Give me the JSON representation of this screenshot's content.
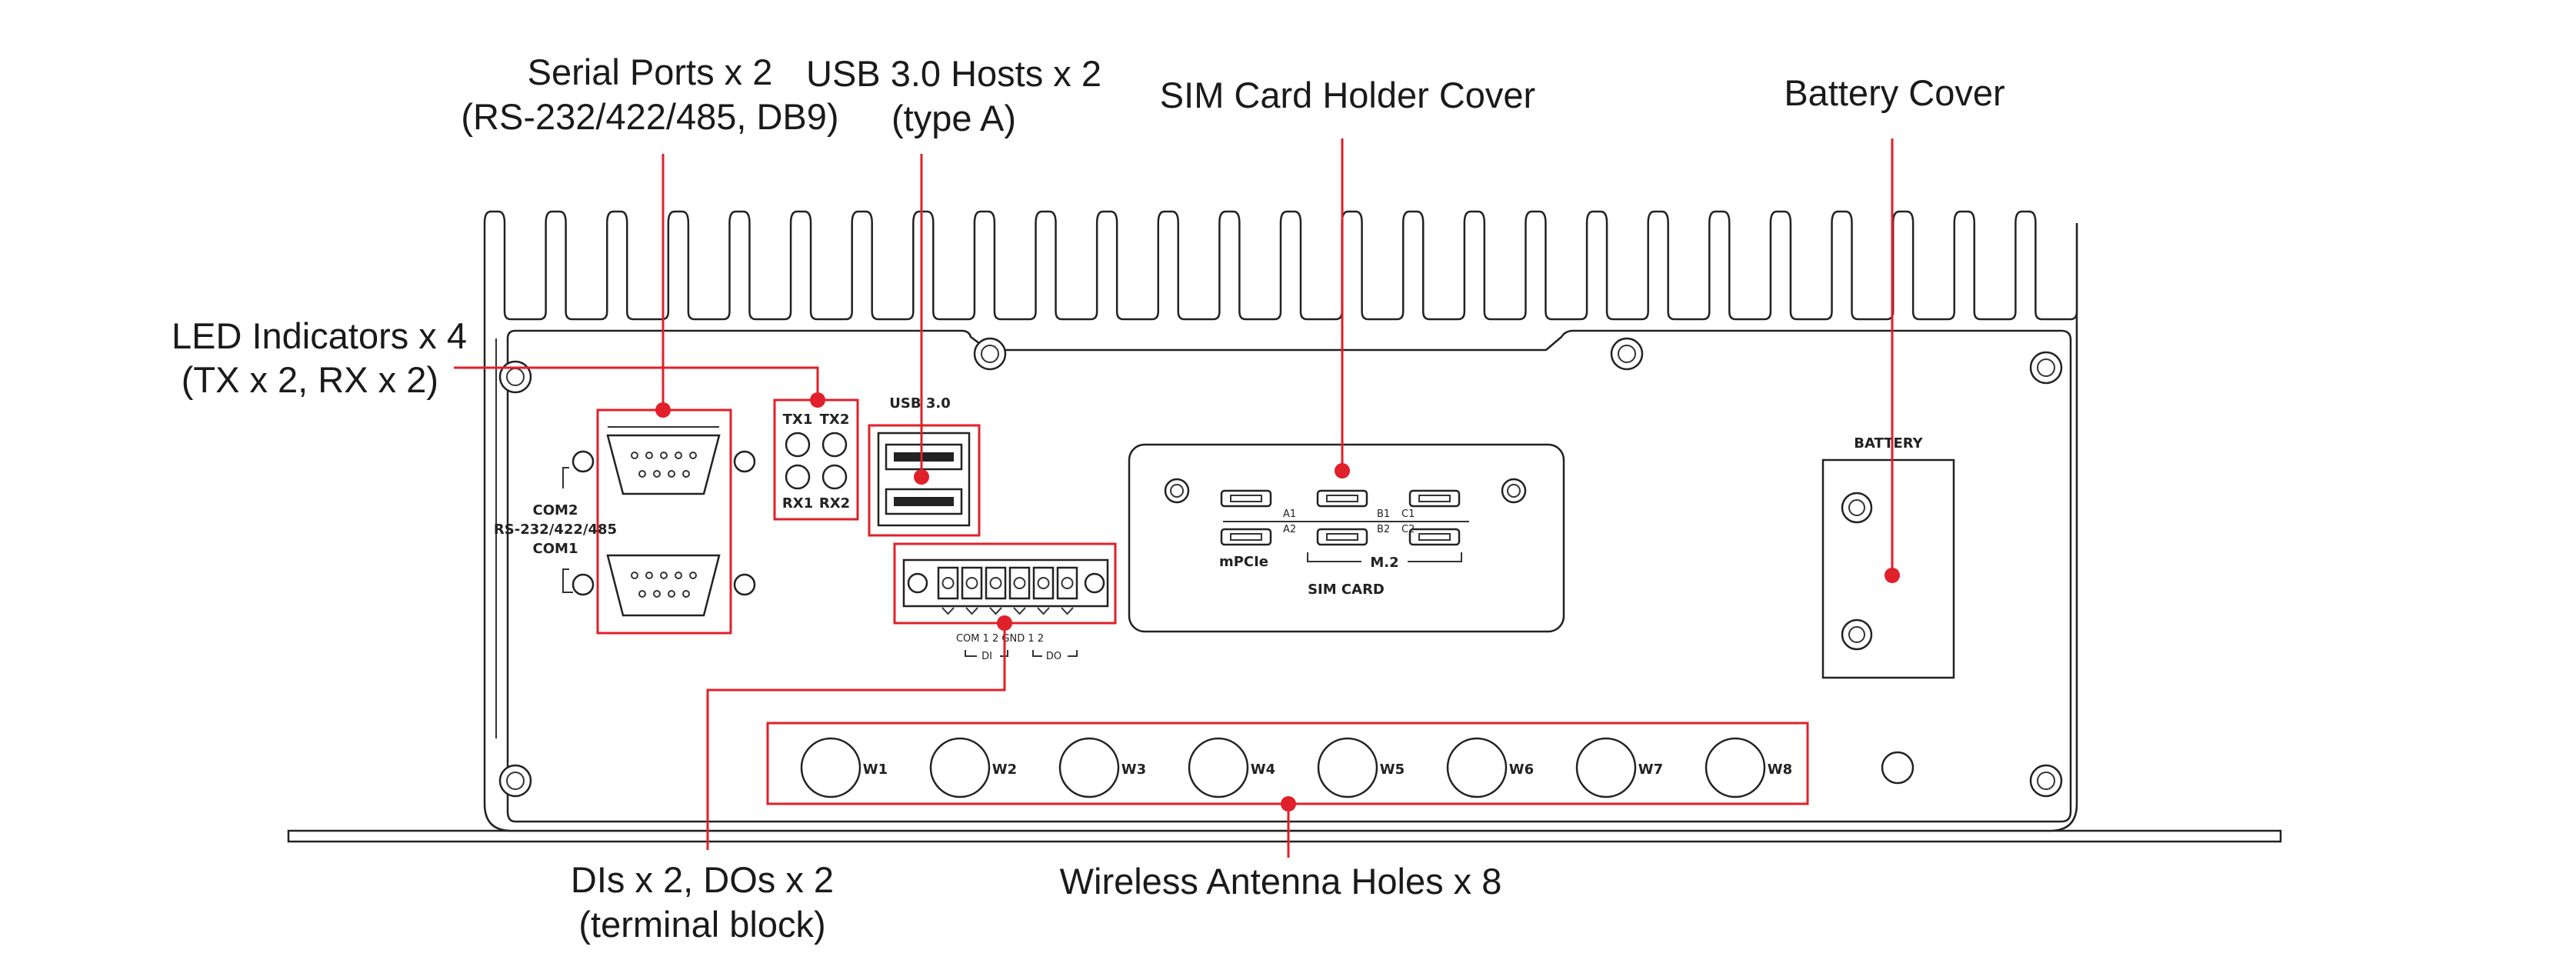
{
  "callouts": {
    "serial_ports": [
      "Serial Ports x 2",
      "(RS-232/422/485, DB9)"
    ],
    "usb_hosts": [
      "USB 3.0 Hosts x 2",
      "(type A)"
    ],
    "sim_cover": [
      "SIM Card Holder Cover"
    ],
    "battery_cover": [
      "Battery Cover"
    ],
    "led_indicators": [
      "LED Indicators x 4",
      "(TX x 2, RX x 2)"
    ],
    "dio": [
      "DIs x 2, DOs x 2",
      "(terminal block)"
    ],
    "antenna_holes": [
      "Wireless Antenna Holes x 8"
    ]
  },
  "panel_labels": {
    "com2": "COM2",
    "rs": "RS-232/422/485",
    "com1": "COM1",
    "tx1": "TX1",
    "tx2": "TX2",
    "rx1": "RX1",
    "rx2": "RX2",
    "usb": "USB 3.0",
    "terminal": "COM  1   2  GND  1   2",
    "di": "DI",
    "do": "DO",
    "mpcie": "mPCIe",
    "m2": "M.2",
    "sim_card": "SIM CARD",
    "a1": "A1",
    "a2": "A2",
    "b1": "B1",
    "b2": "B2",
    "c1": "C1",
    "c2": "C2",
    "battery": "BATTERY"
  },
  "antennas": [
    "W1",
    "W2",
    "W3",
    "W4",
    "W5",
    "W6",
    "W7",
    "W8"
  ],
  "colors": {
    "callout_red": "#e0202a",
    "outline": "#222222"
  }
}
